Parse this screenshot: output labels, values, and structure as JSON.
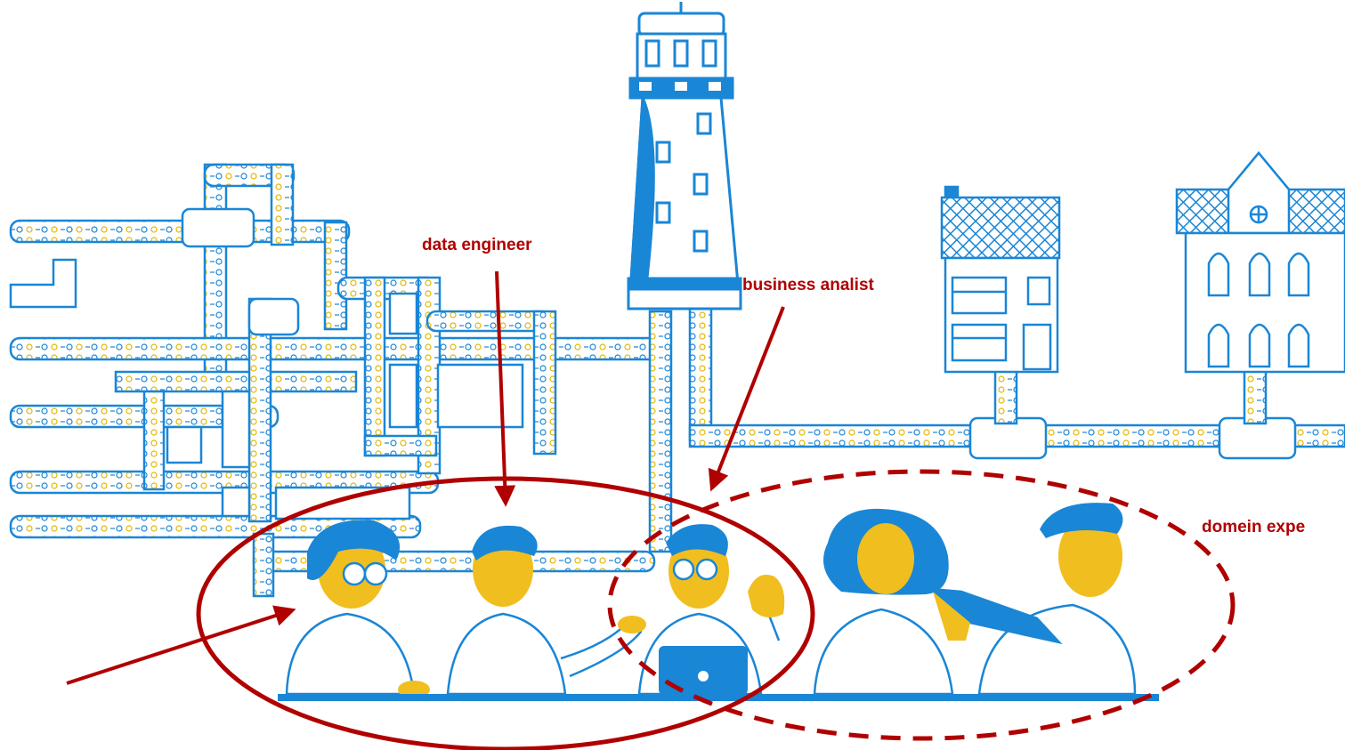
{
  "labels": {
    "data_engineer": "data engineer",
    "business_analist": "business analist",
    "domein_expert": "domein expe"
  },
  "colors": {
    "pipe": "#1a86d6",
    "accent": "#b00000",
    "skin": "#f0be1e",
    "hair": "#1a86d6",
    "outline": "#1a86d6",
    "dot_colors": [
      "#e5b700",
      "#1a86d6",
      "#33aa66",
      "#333333"
    ]
  },
  "icons": {
    "tower": "water-tower-icon",
    "house": "house-icon",
    "mansion": "townhouse-icon",
    "laptop": "laptop-icon",
    "book": "open-book-icon"
  }
}
